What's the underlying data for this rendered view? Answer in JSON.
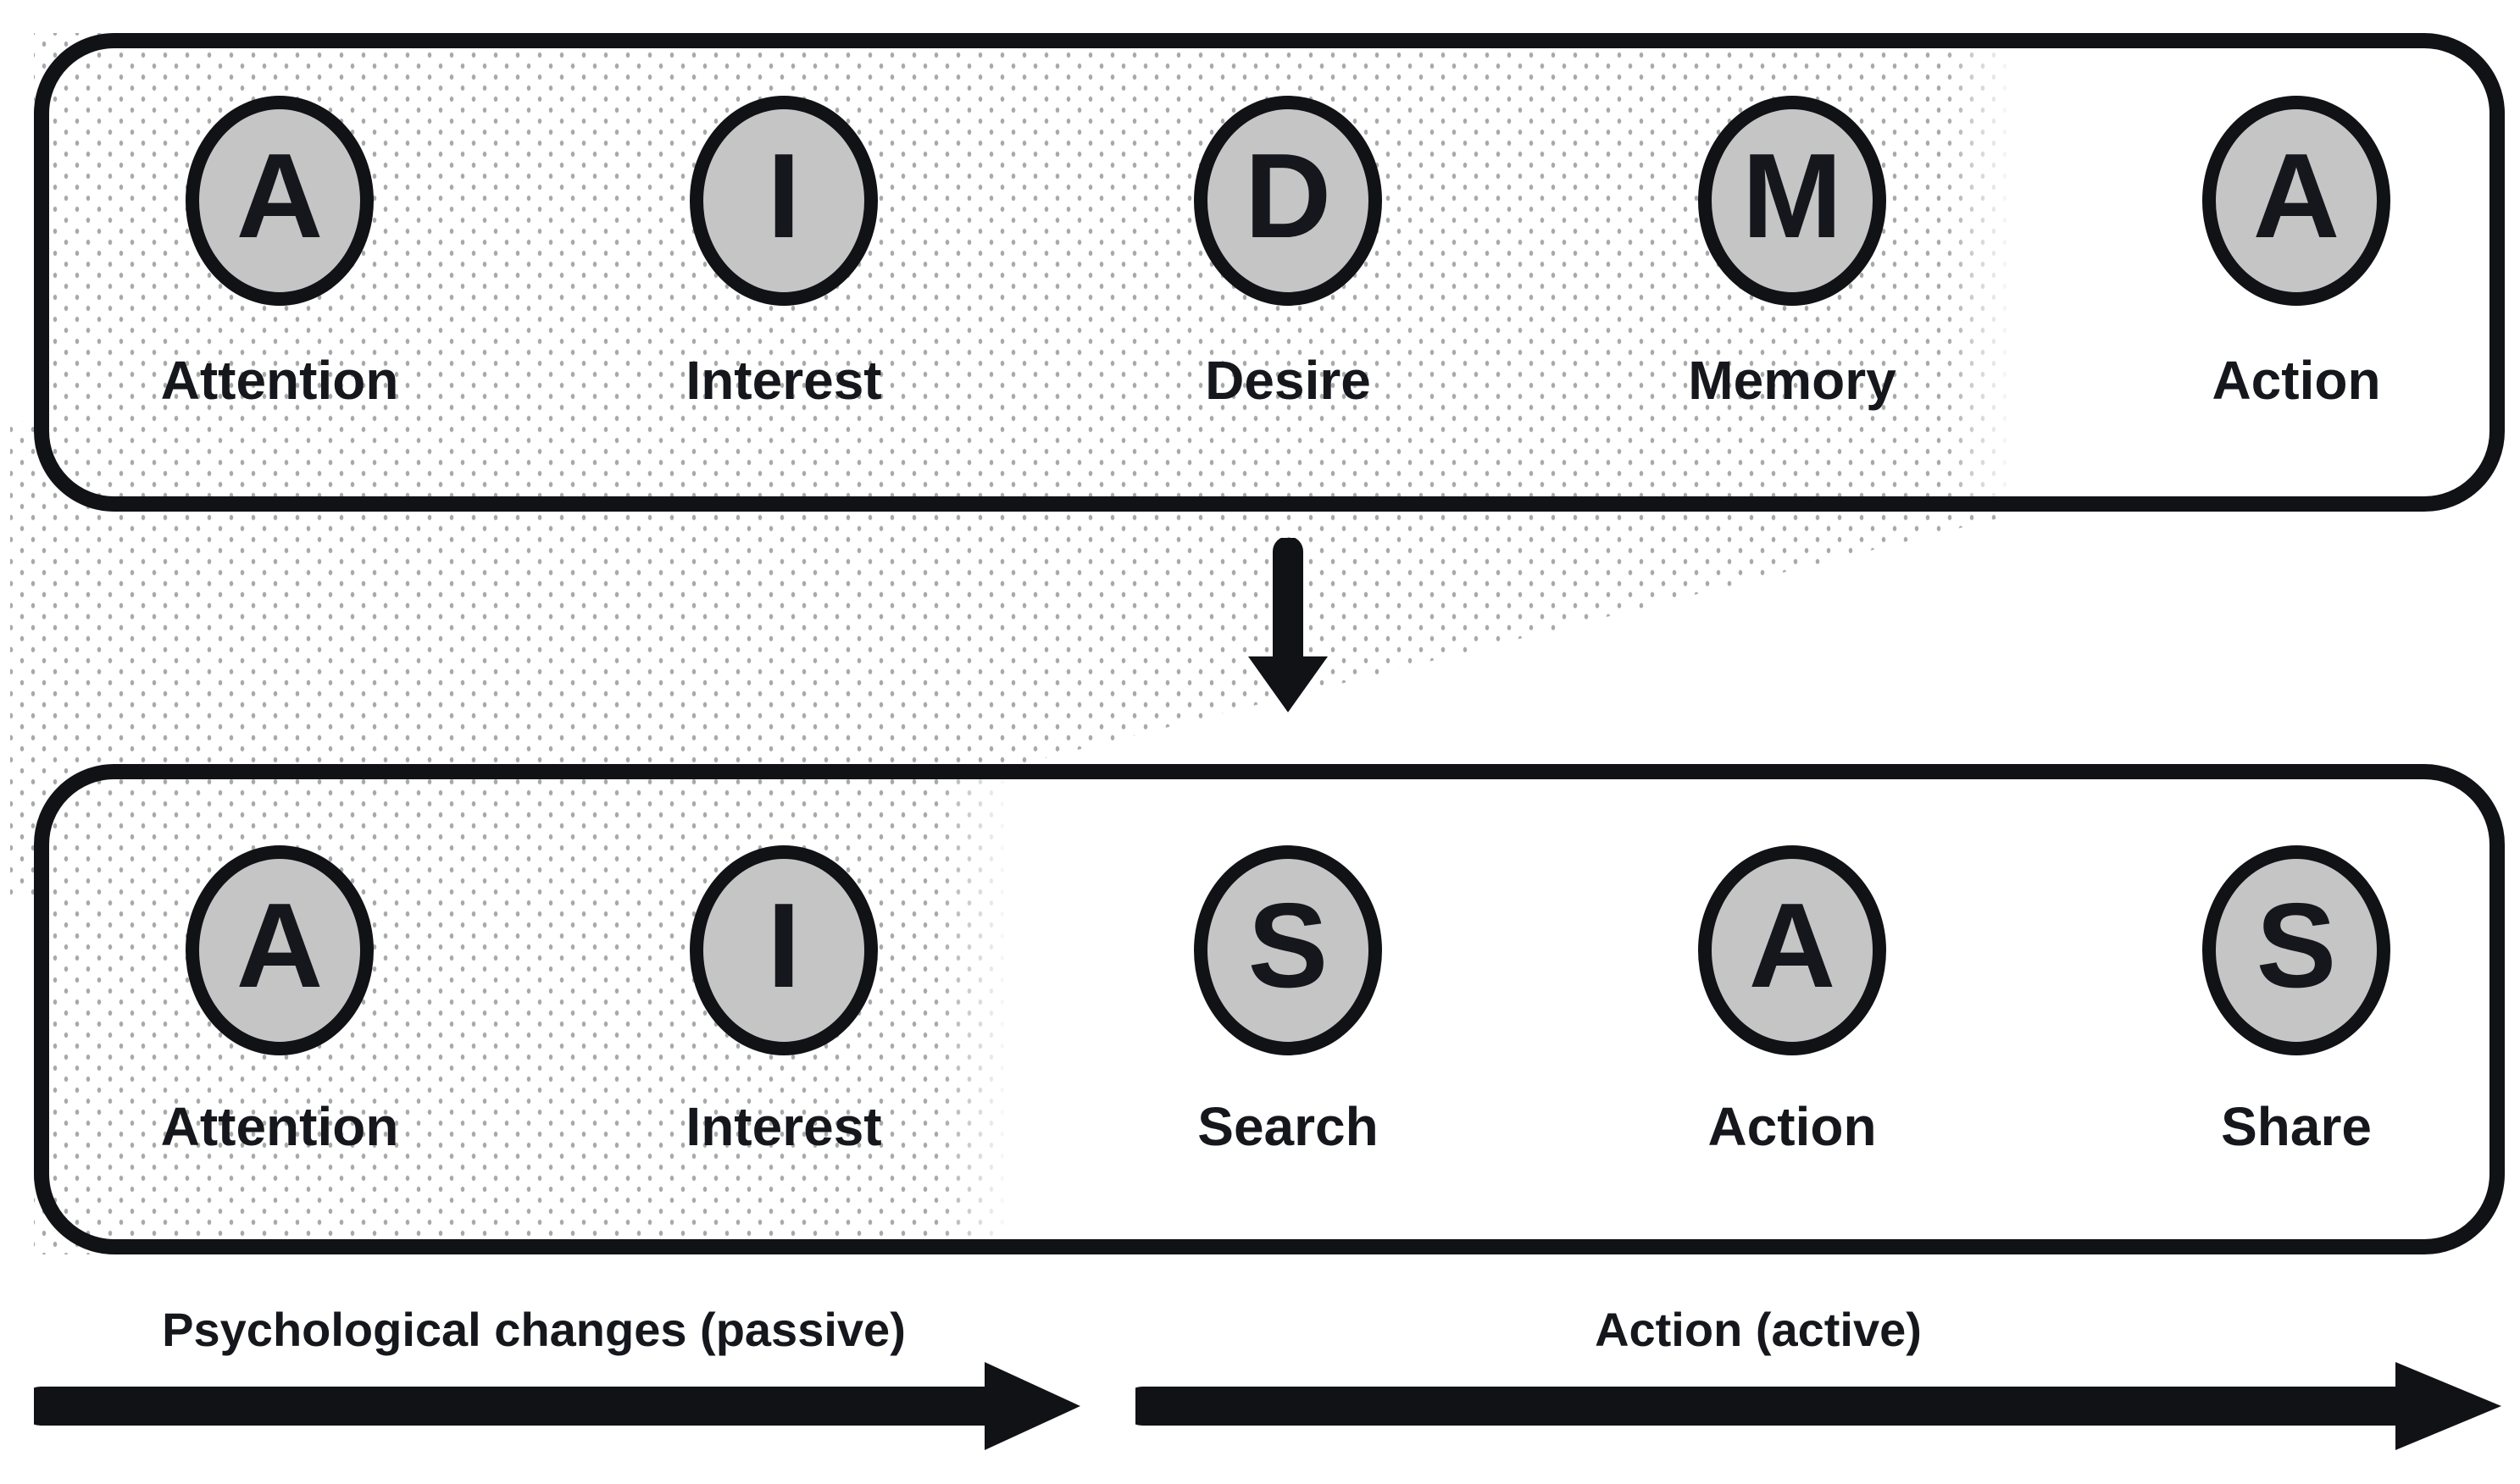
{
  "diagram": {
    "top_row": {
      "stages": [
        {
          "letter": "A",
          "label": "Attention"
        },
        {
          "letter": "I",
          "label": "Interest"
        },
        {
          "letter": "D",
          "label": "Desire"
        },
        {
          "letter": "M",
          "label": "Memory"
        },
        {
          "letter": "A",
          "label": "Action"
        }
      ]
    },
    "bottom_row": {
      "stages": [
        {
          "letter": "A",
          "label": "Attention"
        },
        {
          "letter": "I",
          "label": "Interest"
        },
        {
          "letter": "S",
          "label": "Search"
        },
        {
          "letter": "A",
          "label": "Action"
        },
        {
          "letter": "S",
          "label": "Share"
        }
      ]
    },
    "footer": {
      "passive_caption": "Psychological changes (passive)",
      "active_caption": "Action (active)"
    },
    "colors": {
      "circle_fill": "#c5c5c5",
      "outline": "#111216",
      "dot": "#a8a8a8",
      "text": "#15171c"
    }
  }
}
